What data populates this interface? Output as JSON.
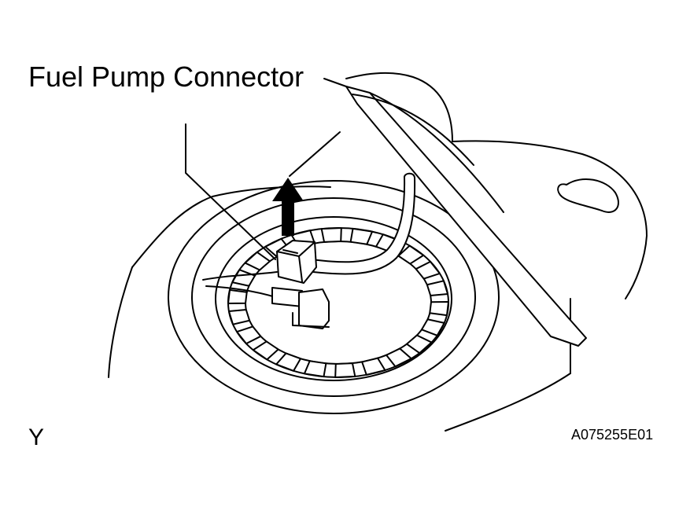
{
  "callout": {
    "label": "Fuel Pump Connector"
  },
  "view_mark": "Y",
  "figure_code": "A075255E01",
  "arrow": {
    "direction": "up",
    "meaning": "pull connector upward"
  }
}
